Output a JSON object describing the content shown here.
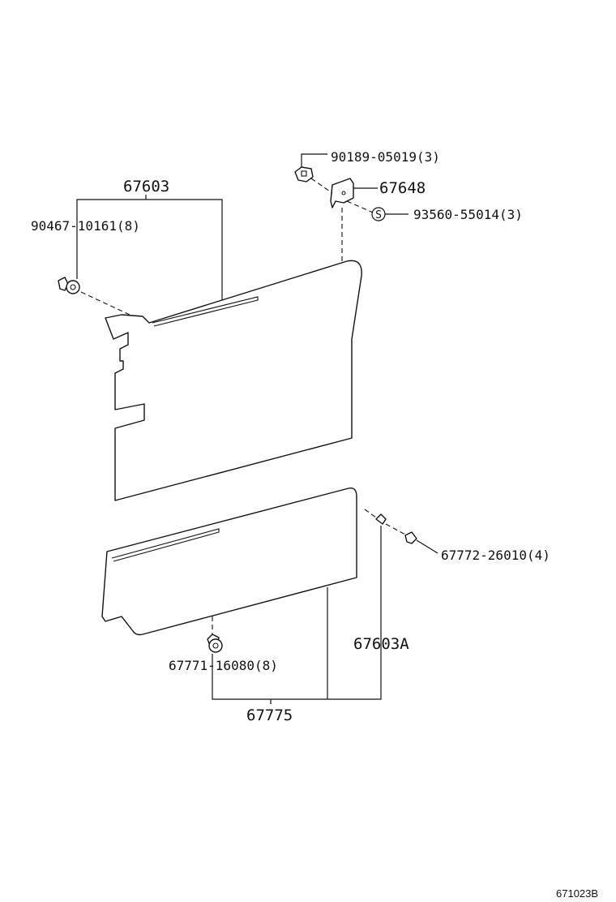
{
  "callouts": {
    "upper_panel": "67603",
    "upper_clip": "90467-10161(8)",
    "hook_clip": "90189-05019(3)",
    "bracket": "67648",
    "screw": "93560-55014(3)",
    "screw_symbol": "S",
    "side_clip": "67772-26010(4)",
    "lower_panel": "67603A",
    "lower_clip": "67771-16080(8)",
    "assembly": "67775"
  },
  "doc_id": "671023B"
}
